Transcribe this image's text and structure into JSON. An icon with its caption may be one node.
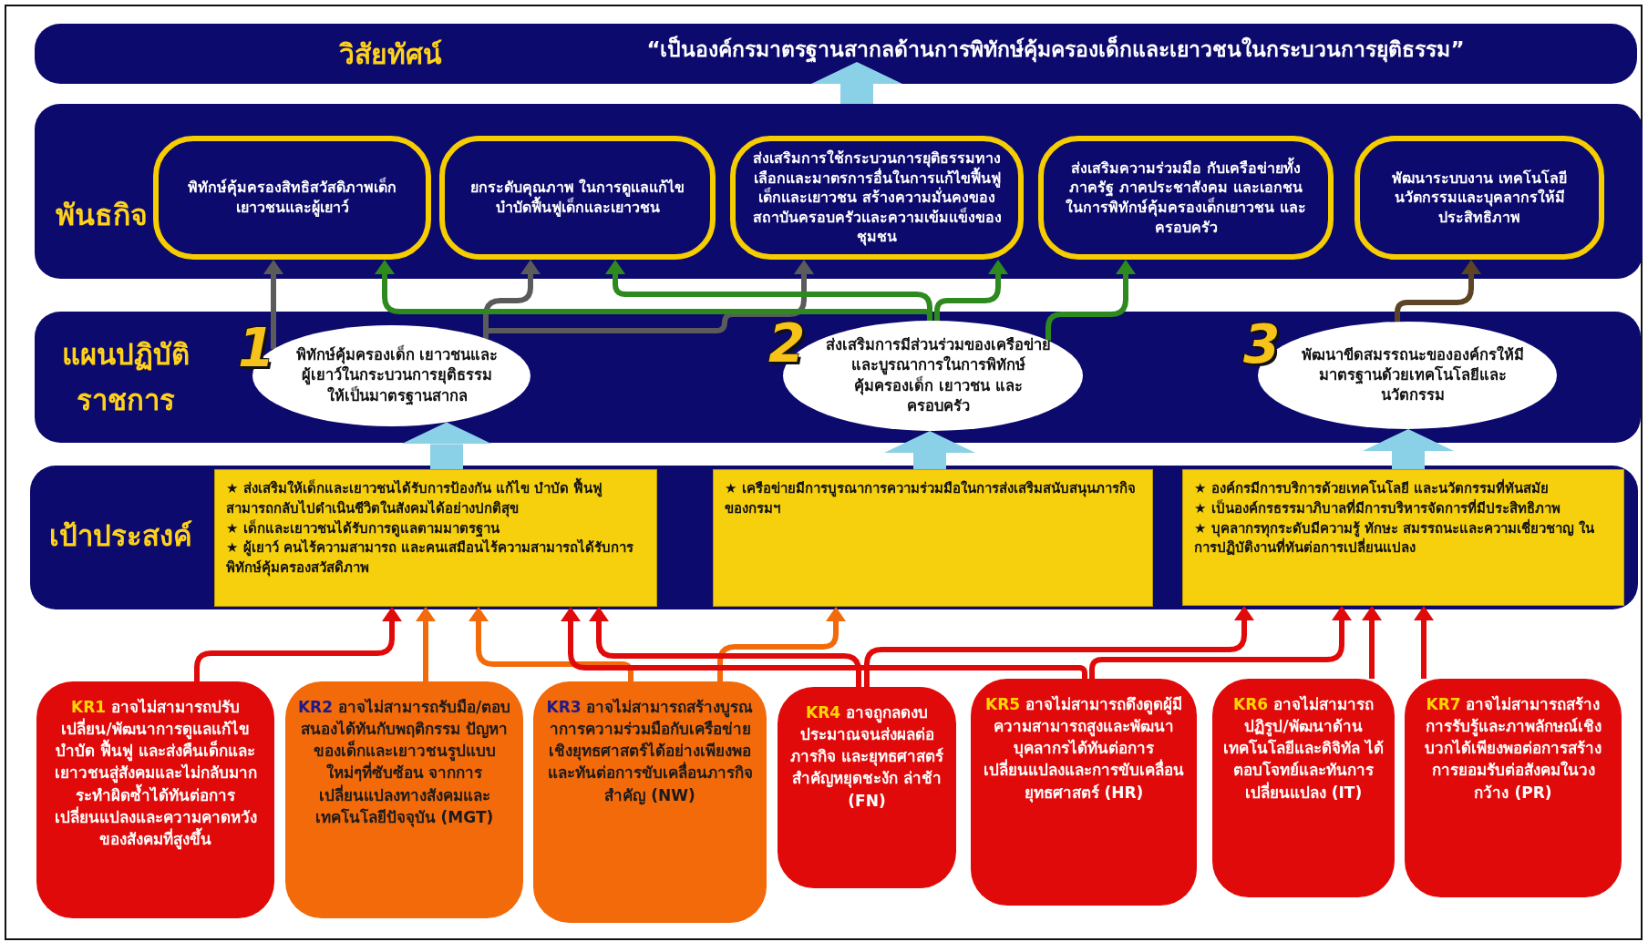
{
  "diagram": {
    "nodes": [
      {
        "text": [
          "วิสัยทัศน์",
          "“เป็นองค์กรมาตรฐานสากลด้านการพิทักษ์คุ้มครองเด็กและเยาวชนในกระบวนการยุติธรรม”"
        ]
      },
      {
        "text": [
          "พันธกิจ"
        ]
      },
      {
        "text": [
          "พิทักษ์คุ้มครองสิทธิสวัสดิภาพเด็ก เยาวชนและผู้เยาว์"
        ],
        "in": 1
      },
      {
        "text": [
          "ยกระดับคุณภาพ ในการดูแลแก้ไข บำบัดฟื้นฟูเด็กและเยาวชน"
        ],
        "in": 1
      },
      {
        "text": [
          "ส่งเสริมการใช้กระบวนการยุติธรรมทางเลือกและมาตรการอื่นในการแก้ไขฟื้นฟูเด็กและเยาวชน สร้างความมั่นคงของสถาบันครอบครัวและความเข้มแข็งของชุมชน"
        ],
        "in": 1
      },
      {
        "text": [
          "ส่งเสริมความร่วมมือ กับเครือข่ายทั้งภาครัฐ ภาคประชาสังคม และเอกชน ในการพิทักษ์คุ้มครองเด็กเยาวชน และครอบครัว"
        ],
        "in": 1
      },
      {
        "text": [
          "พัฒนาระบบงาน เทคโนโลยีนวัตกรรมและบุคลากรให้มีประสิทธิภาพ"
        ],
        "in": 1
      },
      {
        "text": [
          "แผนปฏิบัติราชการ"
        ]
      },
      {
        "text": [
          "1",
          "พิทักษ์คุ้มครองเด็ก เยาวชนและผู้เยาว์ในกระบวนการยุติธรรมให้เป็นมาตรฐานสากล"
        ],
        "in": 7
      },
      {
        "text": [
          "2",
          "ส่งเสริมการมีส่วนร่วมของเครือข่าย และบูรณาการในการพิทักษ์คุ้มครองเด็ก เยาวชน และครอบครัว"
        ],
        "in": 7
      },
      {
        "text": [
          "3",
          "พัฒนาขีดสมรรถนะขององค์กรให้มีมาตรฐานด้วยเทคโนโลยีและนวัตกรรม"
        ],
        "in": 7
      },
      {
        "text": [
          "เป้าประสงค์"
        ]
      },
      {
        "text": [
          "★ ส่งเสริมให้เด็กและเยาวชนได้รับการป้องกัน แก้ไข บำบัด ฟื้นฟูสามารถกลับไปดำเนินชีวิตในสังคมได้อย่างปกติสุข",
          "★ เด็กและเยาวชนได้รับการดูแลตามมาตรฐาน",
          "★ ผู้เยาว์ คนไร้ความสามารถ และคนเสมือนไร้ความสามารถได้รับการพิทักษ์คุ้มครองสวัสดิภาพ"
        ],
        "in": 11
      },
      {
        "text": [
          "★ เครือข่ายมีการบูรณาการความร่วมมือในการส่งเสริมสนับสนุนภารกิจของกรมฯ"
        ],
        "in": 11
      },
      {
        "text": [
          "★ องค์กรมีการบริการด้วยเทคโนโลยี และนวัตกรรมที่ทันสมัย",
          "★ เป็นองค์กรธรรมาภิบาลที่มีการบริหารจัดการที่มีประสิทธิภาพ",
          "★ บุคลากรทุกระดับมีความรู้ ทักษะ สมรรถนะและความเชี่ยวชาญ ในการปฏิบัติงานที่ทันต่อการเปลี่ยนแปลง"
        ],
        "in": 11
      },
      {
        "text": [
          "**KR1** อาจไม่สามารถปรับเปลี่ยน/พัฒนาการดูแลแก้ไข บำบัด ฟื้นฟู และส่งคืนเด็กและเยาวชนสู่สังคมและไม่กลับมากระทำผิดซ้ำได้ทันต่อการเปลี่ยนแปลงและความคาดหวังของสังคมที่สูงขึ้น"
        ]
      },
      {
        "text": [
          "**KR2** อาจไม่สามารถรับมือ/ตอบสนองได้ทันกับพฤติกรรม ปัญหาของเด็กและเยาวชนรูปแบบใหม่ๆที่ซับซ้อน จากการเปลี่ยนแปลงทางสังคมและเทคโนโลยีปัจจุบัน (MGT)"
        ]
      },
      {
        "text": [
          "**KR3** อาจไม่สามารถสร้างบูรณาการความร่วมมือกับเครือข่ายเชิงยุทธศาสตร์ได้อย่างเพียงพอ และทันต่อการขับเคลื่อนภารกิจสำคัญ (NW)"
        ]
      },
      {
        "text": [
          "**KR4** อาจถูกลดงบประมาณจนส่งผลต่อภารกิจ และยุทธศาสตร์สำคัญหยุดชะงัก ล่าช้า (FN)"
        ]
      },
      {
        "text": [
          "**KR5** อาจไม่สามารถดึงดูดผู้มีความสามารถสูงและพัฒนาบุคลากรได้ทันต่อการเปลี่ยนแปลงและการขับเคลื่อนยุทธศาสตร์ (HR)"
        ]
      },
      {
        "text": [
          "**KR6** อาจไม่สามารถปฏิรูป/พัฒนาด้านเทคโนโลยีและดิจิทัล ได้ตอบโจทย์และทันการเปลี่ยนแปลง (IT)"
        ]
      },
      {
        "text": [
          "**KR7** อาจไม่สามารถสร้างการรับรู้และภาพลักษณ์เชิงบวกได้เพียงพอต่อการสร้างการยอมรับต่อสังคมในวงกว้าง (PR)"
        ]
      }
    ],
    "edges": [
      {
        "from": 1,
        "to": 0,
        "arrow": "to",
        "style": "thick",
        "color": "#8ad0e6"
      },
      {
        "from": 8,
        "to": 2,
        "arrow": "to",
        "color": "#5b5b5b"
      },
      {
        "from": 8,
        "to": 3,
        "arrow": "to",
        "color": "#5b5b5b"
      },
      {
        "from": 8,
        "to": 4,
        "arrow": "to",
        "color": "#5b5b5b"
      },
      {
        "from": 9,
        "to": 2,
        "arrow": "to",
        "color": "#2e8a1e"
      },
      {
        "from": 9,
        "to": 3,
        "arrow": "to",
        "color": "#2e8a1e"
      },
      {
        "from": 9,
        "to": 4,
        "arrow": "to",
        "color": "#2e8a1e"
      },
      {
        "from": 9,
        "to": 5,
        "arrow": "to",
        "color": "#2e8a1e"
      },
      {
        "from": 10,
        "to": 6,
        "arrow": "to",
        "color": "#5c4424"
      },
      {
        "from": 12,
        "to": 8,
        "arrow": "to",
        "style": "thick",
        "color": "#8ad0e6"
      },
      {
        "from": 13,
        "to": 9,
        "arrow": "to",
        "style": "thick",
        "color": "#8ad0e6"
      },
      {
        "from": 14,
        "to": 10,
        "arrow": "to",
        "style": "thick",
        "color": "#8ad0e6"
      },
      {
        "from": 15,
        "to": 12,
        "arrow": "to"
      },
      {
        "from": 16,
        "to": 12,
        "arrow": "to",
        "color": "#f26a0a"
      },
      {
        "from": 17,
        "to": 12,
        "arrow": "to",
        "color": "#f26a0a"
      },
      {
        "from": 17,
        "to": 13,
        "arrow": "to",
        "color": "#f26a0a"
      },
      {
        "from": 18,
        "to": 12,
        "arrow": "to"
      },
      {
        "from": 18,
        "to": 14,
        "arrow": "to"
      },
      {
        "from": 19,
        "to": 12,
        "arrow": "to"
      },
      {
        "from": 19,
        "to": 14,
        "arrow": "to"
      },
      {
        "from": 20,
        "to": 14,
        "arrow": "to"
      },
      {
        "from": 21,
        "to": 14,
        "arrow": "to"
      }
    ]
  }
}
